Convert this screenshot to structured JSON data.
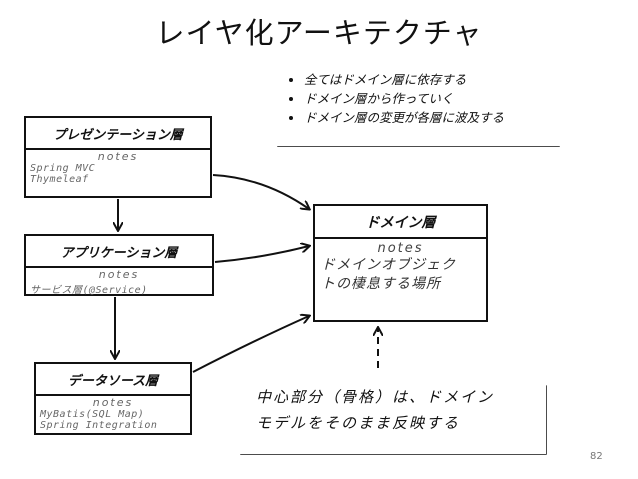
{
  "slide": {
    "title": "レイヤ化アーキテクチャ",
    "page_number": "82"
  },
  "notes_top": {
    "items": [
      "全てはドメイン層に依存する",
      "ドメイン層から作っていく",
      "ドメイン層の変更が各層に波及する"
    ]
  },
  "presentation_layer": {
    "title": "プレゼンテーション層",
    "notes_label": "notes",
    "lines": [
      "Spring MVC",
      "Thymeleaf"
    ]
  },
  "application_layer": {
    "title": "アプリケーション層",
    "notes_label": "notes",
    "lines": [
      "サービス層(@Service)"
    ]
  },
  "datasource_layer": {
    "title": "データソース層",
    "notes_label": "notes",
    "lines": [
      "MyBatis(SQL Map)",
      "Spring Integration"
    ]
  },
  "domain_layer": {
    "title": "ドメイン層",
    "notes_label": "notes",
    "lines": [
      "ドメインオブジェク",
      "トの棲息する場所"
    ]
  },
  "notes_bottom": {
    "lines": [
      "中心部分（骨格）は、ドメイン",
      "モデルをそのまま反映する"
    ]
  }
}
